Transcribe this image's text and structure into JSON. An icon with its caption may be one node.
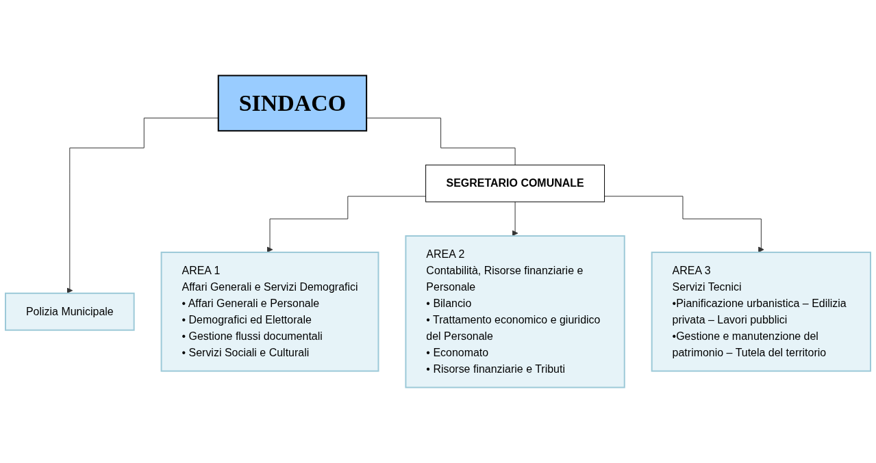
{
  "diagram": {
    "nodes": [
      {
        "text": [
          "SINDACO"
        ]
      },
      {
        "text": [
          "SEGRETARIO COMUNALE"
        ]
      },
      {
        "text": [
          "Polizia Municipale"
        ]
      },
      {
        "text": [
          "AREA 1",
          "Affari Generali e Servizi Demografici",
          "• Affari Generali e Personale",
          "• Demografici ed Elettorale",
          "• Gestione flussi documentali",
          "• Servizi Sociali e Culturali"
        ]
      },
      {
        "text": [
          "AREA 2",
          "Contabilità, Risorse finanziarie e Personale",
          "• Bilancio",
          "• Trattamento economico e giuridico del Personale",
          "• Economato",
          "• Risorse finanziarie e Tributi"
        ]
      },
      {
        "text": [
          "AREA 3",
          "Servizi Tecnici",
          "•Pianificazione urbanistica – Edilizia privata – Lavori pubblici",
          "•Gestione e manutenzione del patrimonio – Tutela del territorio"
        ]
      }
    ],
    "edges": [
      {
        "from": 0,
        "to": 2,
        "arrow": "to"
      },
      {
        "from": 0,
        "to": 1,
        "arrow": "none"
      },
      {
        "from": 1,
        "to": 3,
        "arrow": "to"
      },
      {
        "from": 1,
        "to": 4,
        "arrow": "to"
      },
      {
        "from": 1,
        "to": 5,
        "arrow": "to"
      }
    ]
  }
}
